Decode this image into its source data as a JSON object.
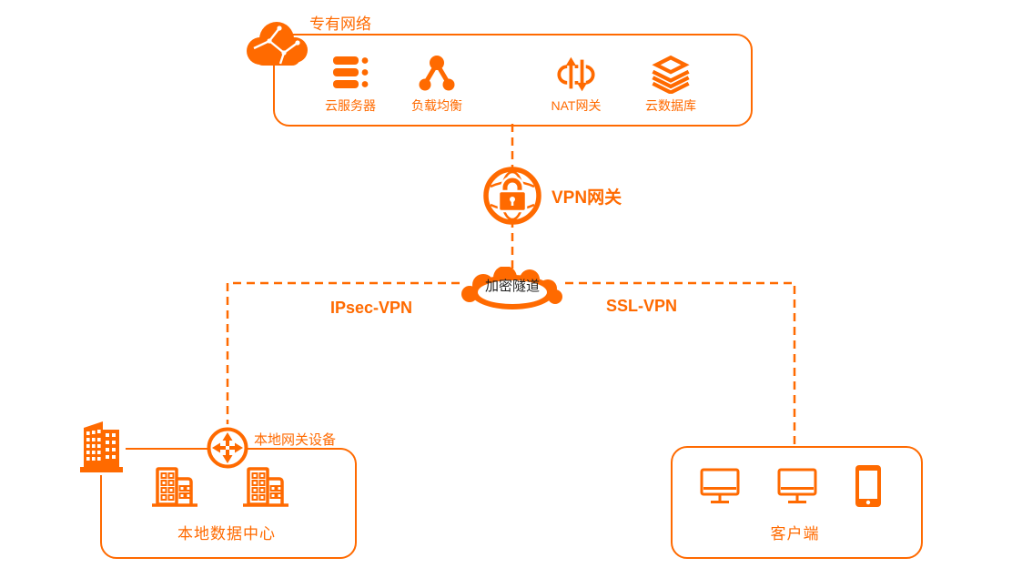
{
  "colors": {
    "accent": "#FF6A00",
    "background": "#FFFFFF",
    "tunnel_text": "#1F1F1F"
  },
  "vpc": {
    "label": "专有网络",
    "icon": "vpc-cloud-icon",
    "items": [
      {
        "label": "云服务器",
        "icon": "cloud-server-icon"
      },
      {
        "label": "负载均衡",
        "icon": "load-balancer-icon"
      },
      {
        "label": "NAT网关",
        "icon": "nat-gateway-icon"
      },
      {
        "label": "云数据库",
        "icon": "cloud-database-icon"
      }
    ]
  },
  "vpn_gateway": {
    "label": "VPN网关",
    "icon": "vpn-gateway-lock-icon"
  },
  "tunnel": {
    "label": "加密隧道",
    "icon": "encrypted-tunnel-cloud-icon"
  },
  "connections": {
    "left_label": "IPsec-VPN",
    "right_label": "SSL-VPN"
  },
  "datacenter": {
    "title": "本地数据中心",
    "gateway_label": "本地网关设备",
    "corner_icon": "office-building-icon",
    "gateway_icon": "router-icon",
    "building_icons": [
      "building-icon",
      "building-icon"
    ]
  },
  "client": {
    "title": "客户端",
    "icons": [
      "desktop-icon",
      "desktop-icon",
      "mobile-icon"
    ]
  }
}
